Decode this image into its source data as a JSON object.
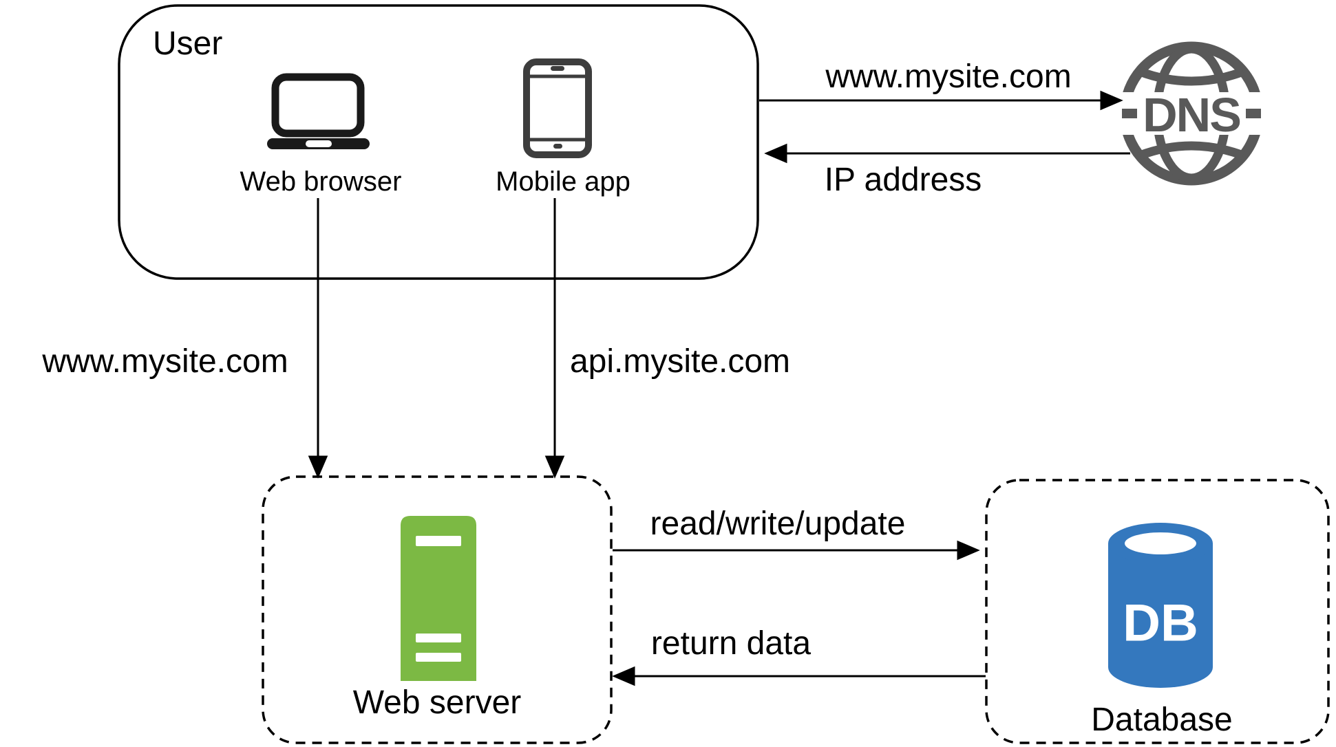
{
  "user_group": {
    "title": "User",
    "devices": [
      {
        "label": "Web browser"
      },
      {
        "label": "Mobile app"
      }
    ]
  },
  "dns_node": {
    "label": "DNS"
  },
  "web_server_node": {
    "label": "Web server"
  },
  "database_node": {
    "label": "Database",
    "icon_text": "DB"
  },
  "flows": {
    "dns_request": "www.mysite.com",
    "dns_response": "IP address",
    "browser_request": "www.mysite.com",
    "mobile_request": "api.mysite.com",
    "server_to_db": "read/write/update",
    "db_to_server": "return data"
  },
  "colors": {
    "server_green": "#7CB944",
    "database_blue": "#3478BE",
    "dns_gray": "#595959",
    "line_black": "#000000"
  }
}
